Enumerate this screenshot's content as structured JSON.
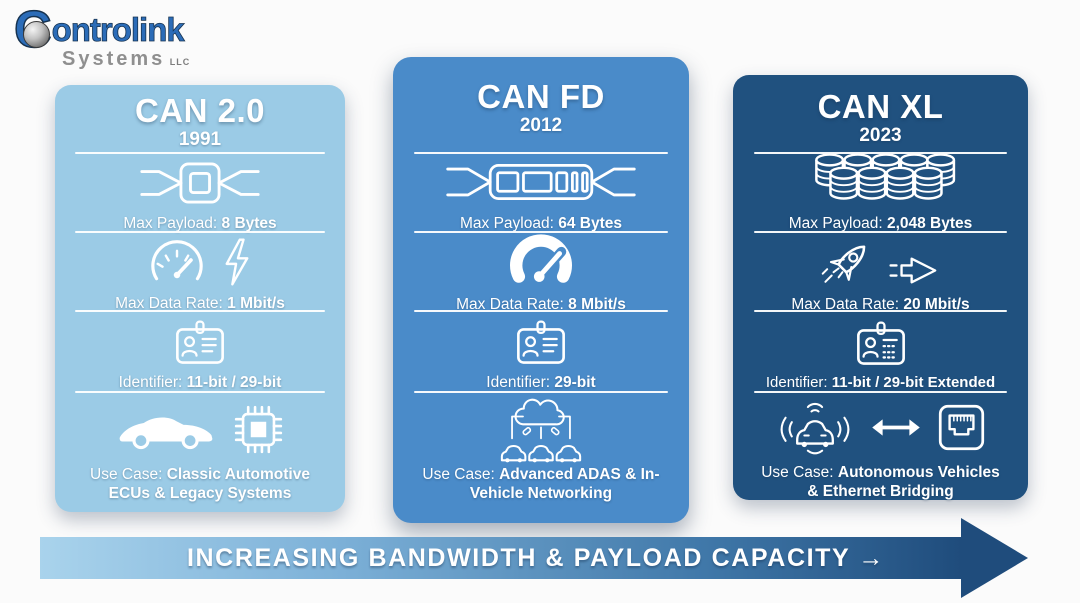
{
  "logo": {
    "initial": "C",
    "rest": "ontrolink",
    "sub": "Systems",
    "suffix": "LLC"
  },
  "cards": [
    {
      "title": "CAN 2.0",
      "year": "1991",
      "payload_label": "Max Payload: ",
      "payload_value": "8 Bytes",
      "rate_label": "Max Data Rate: ",
      "rate_value": "1 Mbit/s",
      "id_label": "Identifier: ",
      "id_value": "11-bit / 29-bit",
      "use_label": "Use Case: ",
      "use_value": "Classic Automotive ECUs & Legacy Systems",
      "color": "#9bcbe6"
    },
    {
      "title": "CAN FD",
      "year": "2012",
      "payload_label": "Max Payload: ",
      "payload_value": "64 Bytes",
      "rate_label": "Max Data Rate: ",
      "rate_value": "8 Mbit/s",
      "id_label": "Identifier: ",
      "id_value": "29-bit",
      "use_label": "Use Case: ",
      "use_value": "Advanced ADAS & In-Vehicle Networking",
      "color": "#4a8bc9"
    },
    {
      "title": "CAN XL",
      "year": "2023",
      "payload_label": "Max Payload: ",
      "payload_value": "2,048 Bytes",
      "rate_label": "Max Data Rate: ",
      "rate_value": "20 Mbit/s",
      "id_label": "Identifier: ",
      "id_value": "11-bit / 29-bit Extended",
      "use_label": "Use Case: ",
      "use_value": "Autonomous Vehicles & Ethernet Bridging",
      "color": "#20517f"
    }
  ],
  "banner": {
    "text": "INCREASING BANDWIDTH & PAYLOAD CAPACITY →"
  }
}
